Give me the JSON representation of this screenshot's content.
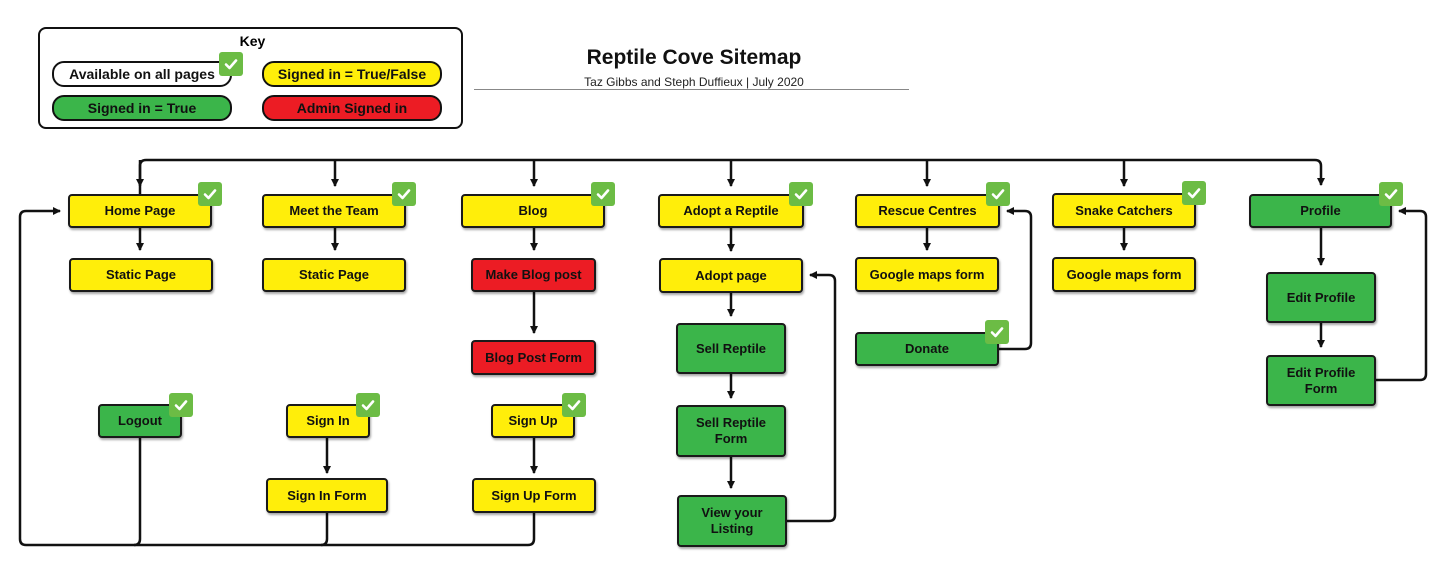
{
  "header": {
    "title": "Reptile Cove Sitemap",
    "subtitle": "Taz Gibbs and Steph Duffieux  |  July 2020"
  },
  "key": {
    "title": "Key",
    "all_pages": "Available on all pages",
    "signed_true_false": "Signed in = True/False",
    "signed_true": "Signed in = True",
    "admin": "Admin Signed in"
  },
  "colors": {
    "yellow": "#ffee0a",
    "green": "#3bb54a",
    "red": "#ec1c24",
    "check": "#6cbc45",
    "line": "#111111"
  },
  "nodes": {
    "home_page": "Home Page",
    "home_static": "Static Page",
    "meet_team": "Meet the Team",
    "team_static": "Static Page",
    "blog": "Blog",
    "make_blog_post": "Make Blog post",
    "blog_post_form": "Blog Post Form",
    "adopt_reptile": "Adopt a Reptile",
    "adopt_page": "Adopt page",
    "sell_reptile": "Sell Reptile",
    "sell_reptile_form": "Sell Reptile Form",
    "view_listing": "View your Listing",
    "rescue_centres": "Rescue Centres",
    "rescue_maps": "Google maps form",
    "donate": "Donate",
    "snake_catchers": "Snake Catchers",
    "snake_maps": "Google maps form",
    "profile": "Profile",
    "edit_profile": "Edit Profile",
    "edit_profile_form": "Edit Profile Form",
    "logout": "Logout",
    "sign_in": "Sign In",
    "sign_in_form": "Sign In Form",
    "sign_up": "Sign Up",
    "sign_up_form": "Sign Up Form"
  }
}
